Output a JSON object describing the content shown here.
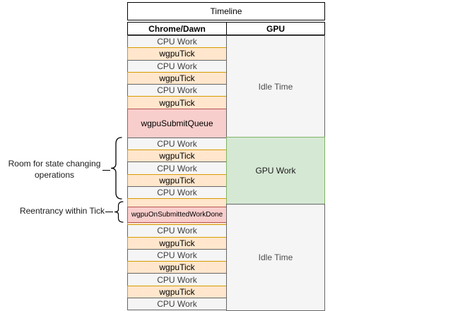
{
  "timeline": {
    "title": "Timeline",
    "columns": [
      {
        "label": "Chrome/Dawn"
      },
      {
        "label": "GPU"
      }
    ],
    "rows": [
      {
        "type": "cpu",
        "label": "CPU Work"
      },
      {
        "type": "tick",
        "label": "wgpuTick"
      },
      {
        "type": "cpu",
        "label": "CPU Work"
      },
      {
        "type": "tick",
        "label": "wgpuTick"
      },
      {
        "type": "cpu",
        "label": "CPU Work"
      },
      {
        "type": "tick",
        "label": "wgpuTick"
      },
      {
        "type": "submit",
        "label": "wgpuSubmitQueue"
      },
      {
        "type": "cpu",
        "label": "CPU Work"
      },
      {
        "type": "tick",
        "label": "wgpuTick"
      },
      {
        "type": "cpu",
        "label": "CPU Work"
      },
      {
        "type": "tick",
        "label": "wgpuTick"
      },
      {
        "type": "cpu",
        "label": "CPU Work"
      },
      {
        "type": "tick_nested",
        "label": "wgpuOnSubmittedWorkDone"
      },
      {
        "type": "cpu",
        "label": "CPU Work"
      },
      {
        "type": "tick",
        "label": "wgpuTick"
      },
      {
        "type": "cpu",
        "label": "CPU Work"
      },
      {
        "type": "tick",
        "label": "wgpuTick"
      },
      {
        "type": "cpu",
        "label": "CPU Work"
      },
      {
        "type": "tick",
        "label": "wgpuTick"
      },
      {
        "type": "cpu",
        "label": "CPU Work"
      }
    ],
    "gpu_blocks": [
      {
        "type": "idle",
        "label": "Idle Time"
      },
      {
        "type": "work",
        "label": "GPU Work"
      },
      {
        "type": "idle",
        "label": "Idle Time"
      }
    ]
  },
  "annotations": {
    "room": "Room for state changing operations",
    "reentrancy": "Reentrancy within Tick"
  },
  "colors": {
    "tick_fill": "#FFE6CC",
    "tick_stroke": "#D79B00",
    "submit_fill": "#F8CECC",
    "submit_stroke": "#B85450",
    "gpu_work_fill": "#D5E8D4",
    "gpu_work_stroke": "#82B366",
    "idle_fill": "#F5F5F5",
    "idle_stroke": "#666666",
    "header_fill": "#FFFFFF",
    "header_stroke": "#000000"
  }
}
